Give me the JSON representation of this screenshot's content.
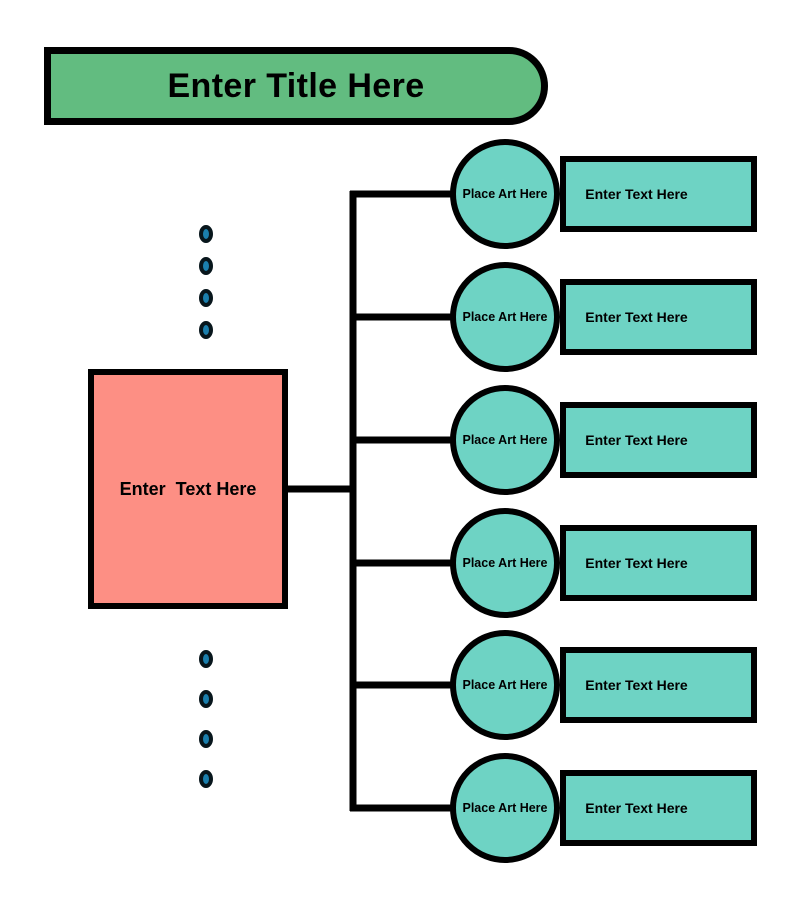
{
  "diagram": {
    "title": {
      "text": "Enter Title Here",
      "shape": "rounded-right-banner",
      "fill": "#62bc80",
      "stroke": "#000000"
    },
    "main_node": {
      "text": "Enter  Text Here",
      "shape": "rectangle",
      "fill": "#fd8f84",
      "stroke": "#000000"
    },
    "branch_rows": [
      {
        "circle_label": "Place Art Here",
        "rect_label": "Enter Text Here"
      },
      {
        "circle_label": "Place Art Here",
        "rect_label": "Enter Text Here"
      },
      {
        "circle_label": "Place Art Here",
        "rect_label": "Enter Text Here"
      },
      {
        "circle_label": "Place Art Here",
        "rect_label": "Enter Text Here"
      },
      {
        "circle_label": "Place Art Here",
        "rect_label": "Enter Text Here"
      },
      {
        "circle_label": "Place Art Here",
        "rect_label": "Enter Text Here"
      }
    ],
    "branch_style": {
      "circle_fill": "#6ed3c4",
      "rect_fill": "#6ed3c4",
      "stroke": "#000000"
    },
    "decorative_dots": {
      "top_count": 4,
      "bottom_count": 4,
      "fill": "#1b7fad",
      "stroke": "#08161c"
    },
    "connectors": {
      "stroke": "#000000",
      "trunk_branch_count": 6
    }
  }
}
